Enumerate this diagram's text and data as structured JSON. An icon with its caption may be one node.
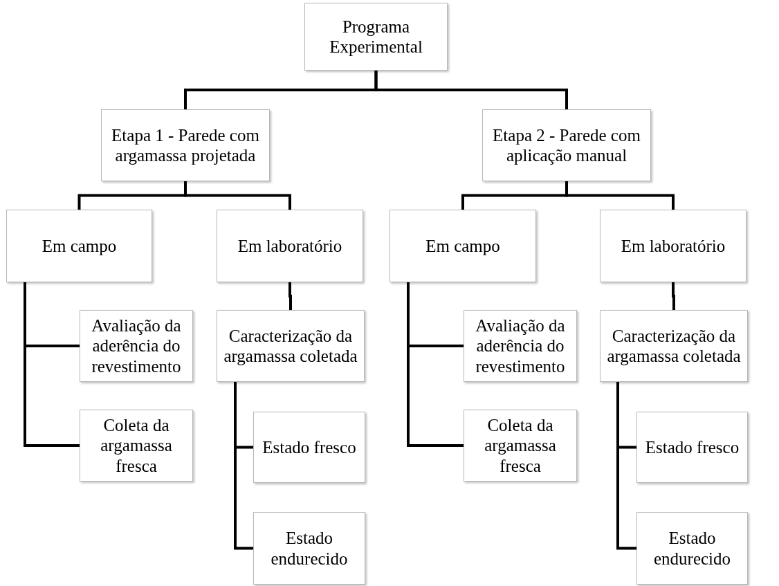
{
  "diagram": {
    "nodes": [
      {
        "text": [
          "Programa Experimental"
        ]
      },
      {
        "text": [
          "Etapa 1 - Parede com argamassa projetada"
        ]
      },
      {
        "text": [
          "Etapa 2 - Parede com aplicação manual"
        ]
      },
      {
        "text": [
          "Em campo"
        ]
      },
      {
        "text": [
          "Em laboratório"
        ]
      },
      {
        "text": [
          "Em campo"
        ]
      },
      {
        "text": [
          "Em laboratório"
        ]
      },
      {
        "text": [
          "Avaliação da aderência do revestimento"
        ]
      },
      {
        "text": [
          "Coleta da argamassa fresca"
        ]
      },
      {
        "text": [
          "Caracterização da argamassa coletada"
        ]
      },
      {
        "text": [
          "Estado fresco"
        ]
      },
      {
        "text": [
          "Estado endurecido"
        ]
      },
      {
        "text": [
          "Avaliação da aderência do revestimento"
        ]
      },
      {
        "text": [
          "Coleta da argamassa fresca"
        ]
      },
      {
        "text": [
          "Caracterização da argamassa coletada"
        ]
      },
      {
        "text": [
          "Estado fresco"
        ]
      },
      {
        "text": [
          "Estado endurecido"
        ]
      }
    ],
    "edges": [
      {
        "from": 0,
        "to": 1,
        "arrow": "none"
      },
      {
        "from": 0,
        "to": 2,
        "arrow": "none"
      },
      {
        "from": 1,
        "to": 3,
        "arrow": "none"
      },
      {
        "from": 1,
        "to": 4,
        "arrow": "none"
      },
      {
        "from": 2,
        "to": 5,
        "arrow": "none"
      },
      {
        "from": 2,
        "to": 6,
        "arrow": "none"
      },
      {
        "from": 3,
        "to": 7,
        "arrow": "none"
      },
      {
        "from": 3,
        "to": 8,
        "arrow": "none"
      },
      {
        "from": 4,
        "to": 9,
        "arrow": "none"
      },
      {
        "from": 9,
        "to": 10,
        "arrow": "none"
      },
      {
        "from": 9,
        "to": 11,
        "arrow": "none"
      },
      {
        "from": 5,
        "to": 12,
        "arrow": "none"
      },
      {
        "from": 5,
        "to": 13,
        "arrow": "none"
      },
      {
        "from": 6,
        "to": 14,
        "arrow": "none"
      },
      {
        "from": 14,
        "to": 15,
        "arrow": "none"
      },
      {
        "from": 14,
        "to": 16,
        "arrow": "none"
      }
    ]
  }
}
